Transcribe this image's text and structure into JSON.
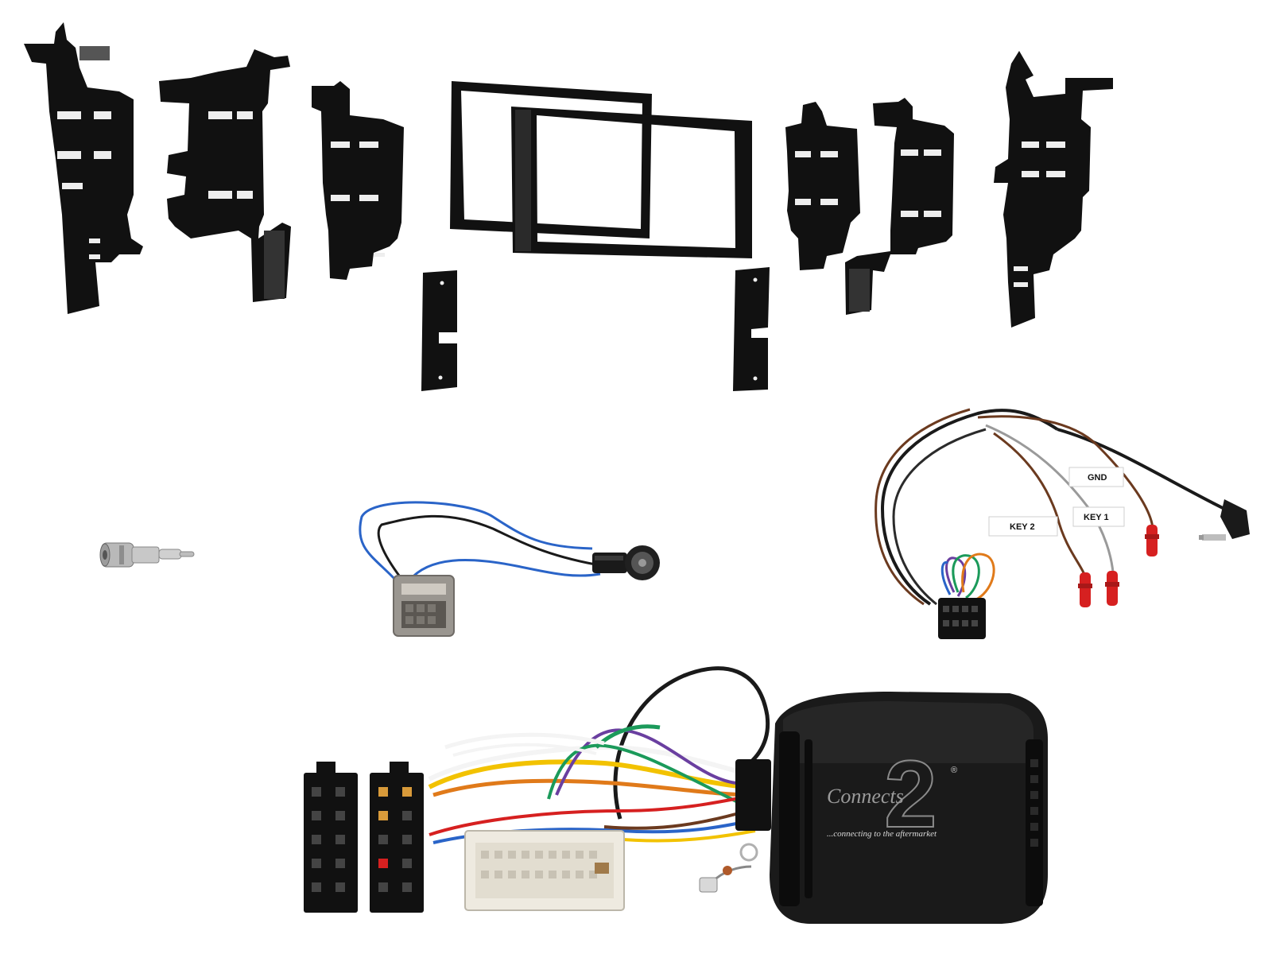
{
  "image": {
    "description_labels": {
      "gnd": "GND",
      "key1": "KEY 1",
      "key2": "KEY 2"
    },
    "brand": {
      "logo_text": "Connects",
      "logo_number": "2",
      "registered_mark": "®",
      "tagline": "...connecting to the aftermarket"
    }
  },
  "colors": {
    "plastic_black": "#111111",
    "wire_blue": "#2a64c8",
    "wire_red": "#d62020",
    "wire_orange": "#e07a1a",
    "wire_green": "#1b9a5a",
    "wire_purple": "#6a3fa0",
    "wire_yellow": "#f2c200",
    "wire_white": "#f4f4f4",
    "wire_brown": "#6b3a1f",
    "wire_grey": "#9a9a9a",
    "connector_white": "#eeeae0",
    "connector_grey": "#9a9690",
    "metal": "#b9b9b9"
  }
}
